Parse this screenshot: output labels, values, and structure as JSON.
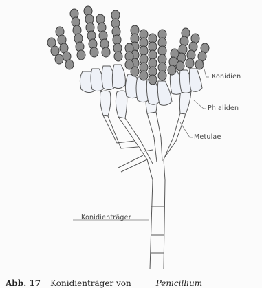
{
  "labels": {
    "konidien": "Konidien",
    "phialiden": "Phialiden",
    "metulae": "Metulae",
    "konidientraeger": "Konidienträger"
  },
  "caption": {
    "number": "Abb. 17",
    "text": "Konidienträger von",
    "genus": "Penicillium"
  },
  "colors": {
    "conidium_fill": "#8f8f8f",
    "phialide_fill": "#eef1f7",
    "line": "#555555"
  }
}
